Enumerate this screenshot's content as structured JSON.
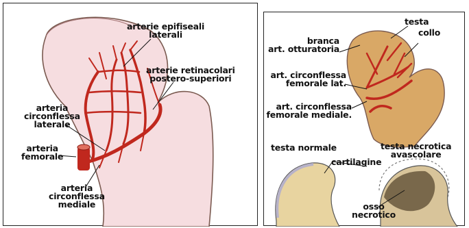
{
  "left_labels": {
    "arterie_epifiseali": "arterie epifiseali\nlaterali",
    "arterie_retinacolari": "arterie retinacolari\npostero-superiori",
    "arteria_circonflessa_laterale": "arteria\ncirconflessa\nlaterale",
    "arteria_femorale": "arteria\nfemorale",
    "arteria_circonflessa_mediale": "arteria\ncirconflessa\nmediale"
  },
  "right_labels": {
    "testa": "testa",
    "collo": "collo",
    "branca_otturatoria": "branca\nart. otturatoria",
    "circonflessa_lat": "art. circonflessa\nfemorale lat.",
    "circonflessa_med": "art. circonflessa\nfemorale mediale.",
    "testa_normale": "testa normale",
    "testa_necrotica": "testa necrotica\navascolare",
    "cartilagine": "cartilagine",
    "osso_necrotico": "osso\nnecrotico"
  },
  "colors": {
    "artery": "#c0281e",
    "bone_pink": "#f6dde0",
    "bone_tan": "#d9a866",
    "bone_outline": "#7a5a50"
  }
}
